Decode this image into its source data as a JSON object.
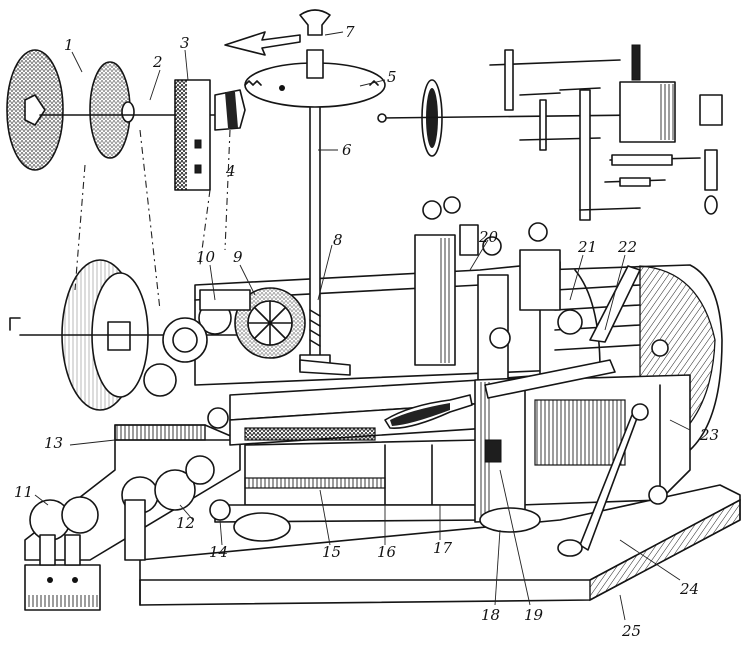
{
  "labels": [
    "1",
    "2",
    "3",
    "4",
    "5",
    "6",
    "7",
    "8",
    "9",
    "10",
    "11",
    "12",
    "13",
    "14",
    "15",
    "16",
    "17",
    "18",
    "19",
    "20",
    "21",
    "22",
    "23",
    "24",
    "25"
  ],
  "colors": {
    "ink": "#151515",
    "paper": "#ffffff"
  }
}
